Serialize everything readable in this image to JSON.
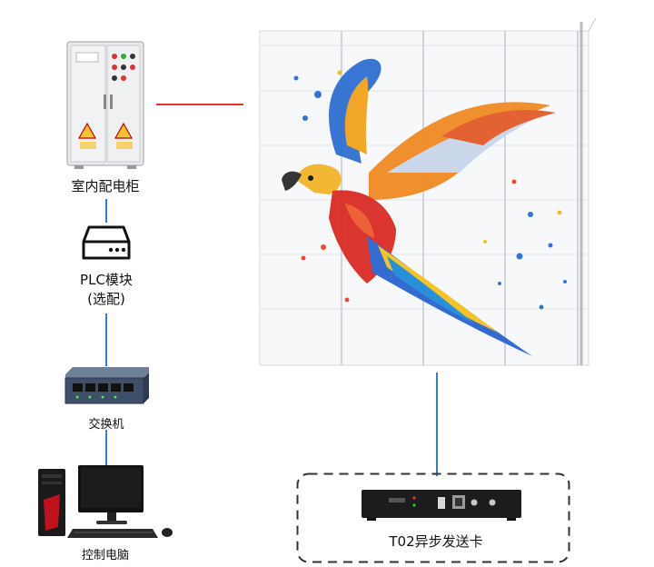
{
  "nodes": {
    "cabinet": {
      "label": "室内配电柜"
    },
    "plc": {
      "label_line1": "PLC模块",
      "label_line2": "(选配)"
    },
    "switch": {
      "label": "交换机"
    },
    "pc": {
      "label": "控制电脑"
    },
    "sender_card": {
      "label": "T02异步发送卡"
    }
  },
  "colors": {
    "power_line": "#e8332a",
    "data_line": "#3a7bd5",
    "dashed_border": "#333333"
  }
}
